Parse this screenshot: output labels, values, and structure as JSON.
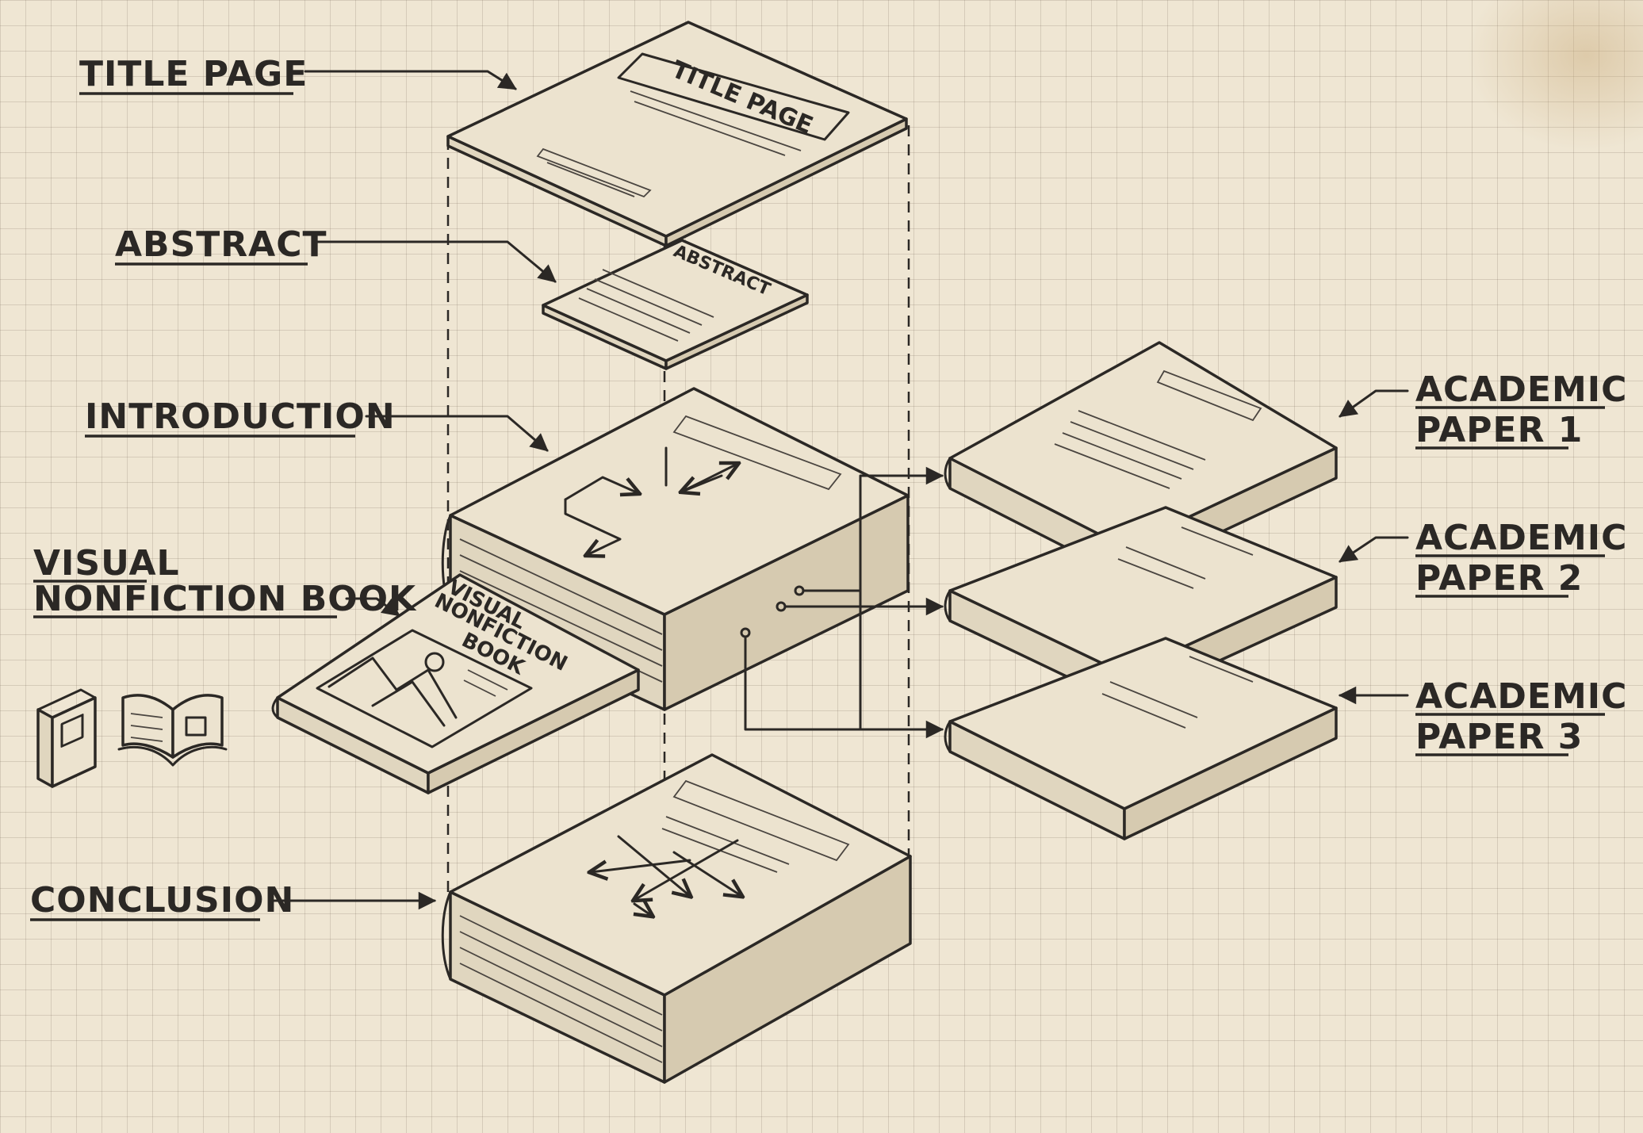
{
  "labels": {
    "title_page": "TITLE PAGE",
    "abstract": "ABSTRACT",
    "introduction": "INTRODUCTION",
    "visual_book_line1": "VISUAL",
    "visual_book_line2": "NONFICTION BOOK",
    "conclusion": "CONCLUSION",
    "paper1_line1": "ACADEMIC",
    "paper1_line2": "PAPER 1",
    "paper2_line1": "ACADEMIC",
    "paper2_line2": "PAPER 2",
    "paper3_line1": "ACADEMIC",
    "paper3_line2": "PAPER 3"
  },
  "inner_text": {
    "title_page": "TITLE PAGE",
    "abstract": "ABSTRACT",
    "visual_book_line1": "VISUAL",
    "visual_book_line2": "NONFICTION",
    "visual_book_line3": "BOOK"
  },
  "icons": [
    "closed-book-icon",
    "open-book-icon"
  ],
  "colors": {
    "paper": "#efe6d3",
    "ink": "#2b2825",
    "grid": "#c9bea6"
  }
}
